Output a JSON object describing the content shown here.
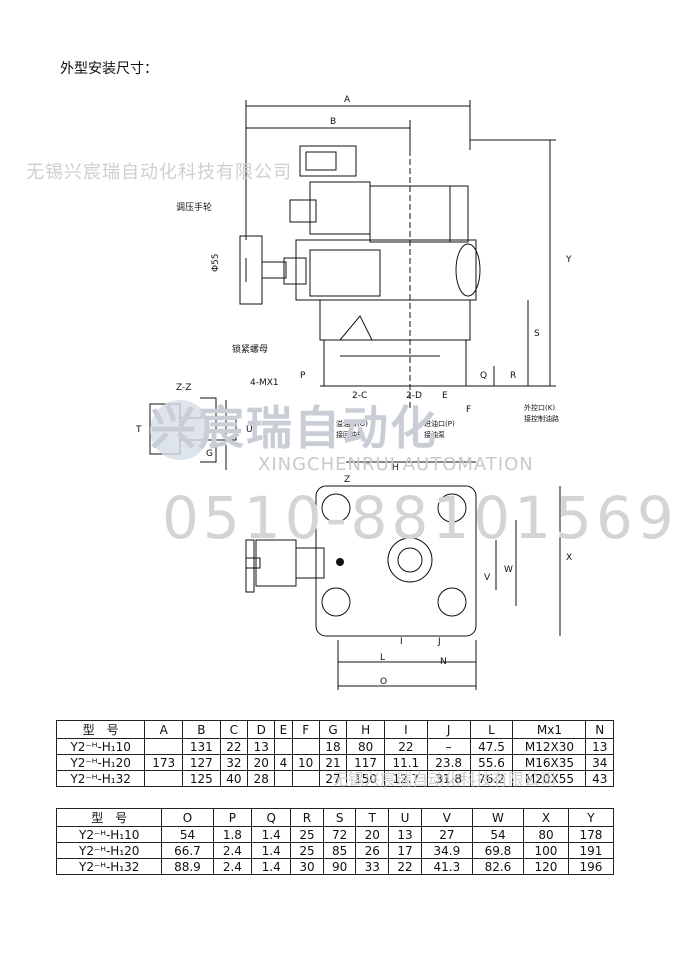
{
  "heading": "外型安装尺寸：",
  "watermarks": {
    "top": "无锡兴宸瑞自动化科技有限公司",
    "brand": "兴宸瑞自动化",
    "brand_en": "XINGCHENRUI AUTOMATION",
    "phone": "0510-88101569",
    "table_overlay": "无锡兴宸瑞自动化科技有限公司"
  },
  "drawing": {
    "labels": {
      "A": "A",
      "B": "B",
      "Y": "Y",
      "S": "S",
      "C": "C",
      "D": "D",
      "P": "P",
      "Q": "Q",
      "R": "R",
      "E": "E",
      "F": "F",
      "dia55": "Φ55",
      "handwheel": "调压手轮",
      "locknut": "锁紧螺母",
      "zz": "Z-Z",
      "mx1": "4-MX1",
      "T": "T",
      "U": "U",
      "G": "G",
      "twoC": "2-C",
      "twoD": "2-D",
      "overflow": "溢油口(O)",
      "overflow2": "接回油箱",
      "inlet": "进油口(P)",
      "inlet2": "接油泵",
      "ext": "外控口(K)",
      "ext2": "接控制油路",
      "H": "H",
      "Z": "Z",
      "X": "X",
      "W": "W",
      "V": "V",
      "I": "I",
      "J": "J",
      "L": "L",
      "N": "N",
      "O": "O"
    }
  },
  "table1": {
    "headers": [
      "型　号",
      "A",
      "B",
      "C",
      "D",
      "E",
      "F",
      "G",
      "H",
      "I",
      "J",
      "L",
      "Mx1",
      "N"
    ],
    "rows": [
      [
        "Y2⁻ᴴ-H₁10",
        "",
        "131",
        "22",
        "13",
        "",
        "",
        "18",
        "80",
        "22",
        "–",
        "47.5",
        "M12X30",
        "13"
      ],
      [
        "Y2⁻ᴴ-H₁20",
        "173",
        "127",
        "32",
        "20",
        "4",
        "10",
        "21",
        "117",
        "11.1",
        "23.8",
        "55.6",
        "M16X35",
        "34"
      ],
      [
        "Y2⁻ᴴ-H₁32",
        "",
        "125",
        "40",
        "28",
        "",
        "",
        "27",
        "150",
        "12.7",
        "31.8",
        "76.2",
        "M20X55",
        "43"
      ]
    ]
  },
  "table2": {
    "headers": [
      "型　号",
      "O",
      "P",
      "Q",
      "R",
      "S",
      "T",
      "U",
      "V",
      "W",
      "X",
      "Y"
    ],
    "rows": [
      [
        "Y2⁻ᴴ-H₁10",
        "54",
        "1.8",
        "1.4",
        "25",
        "72",
        "20",
        "13",
        "27",
        "54",
        "80",
        "178"
      ],
      [
        "Y2⁻ᴴ-H₁20",
        "66.7",
        "2.4",
        "1.4",
        "25",
        "85",
        "26",
        "17",
        "34.9",
        "69.8",
        "100",
        "191"
      ],
      [
        "Y2⁻ᴴ-H₁32",
        "88.9",
        "2.4",
        "1.4",
        "30",
        "90",
        "33",
        "22",
        "41.3",
        "82.6",
        "120",
        "196"
      ]
    ]
  }
}
